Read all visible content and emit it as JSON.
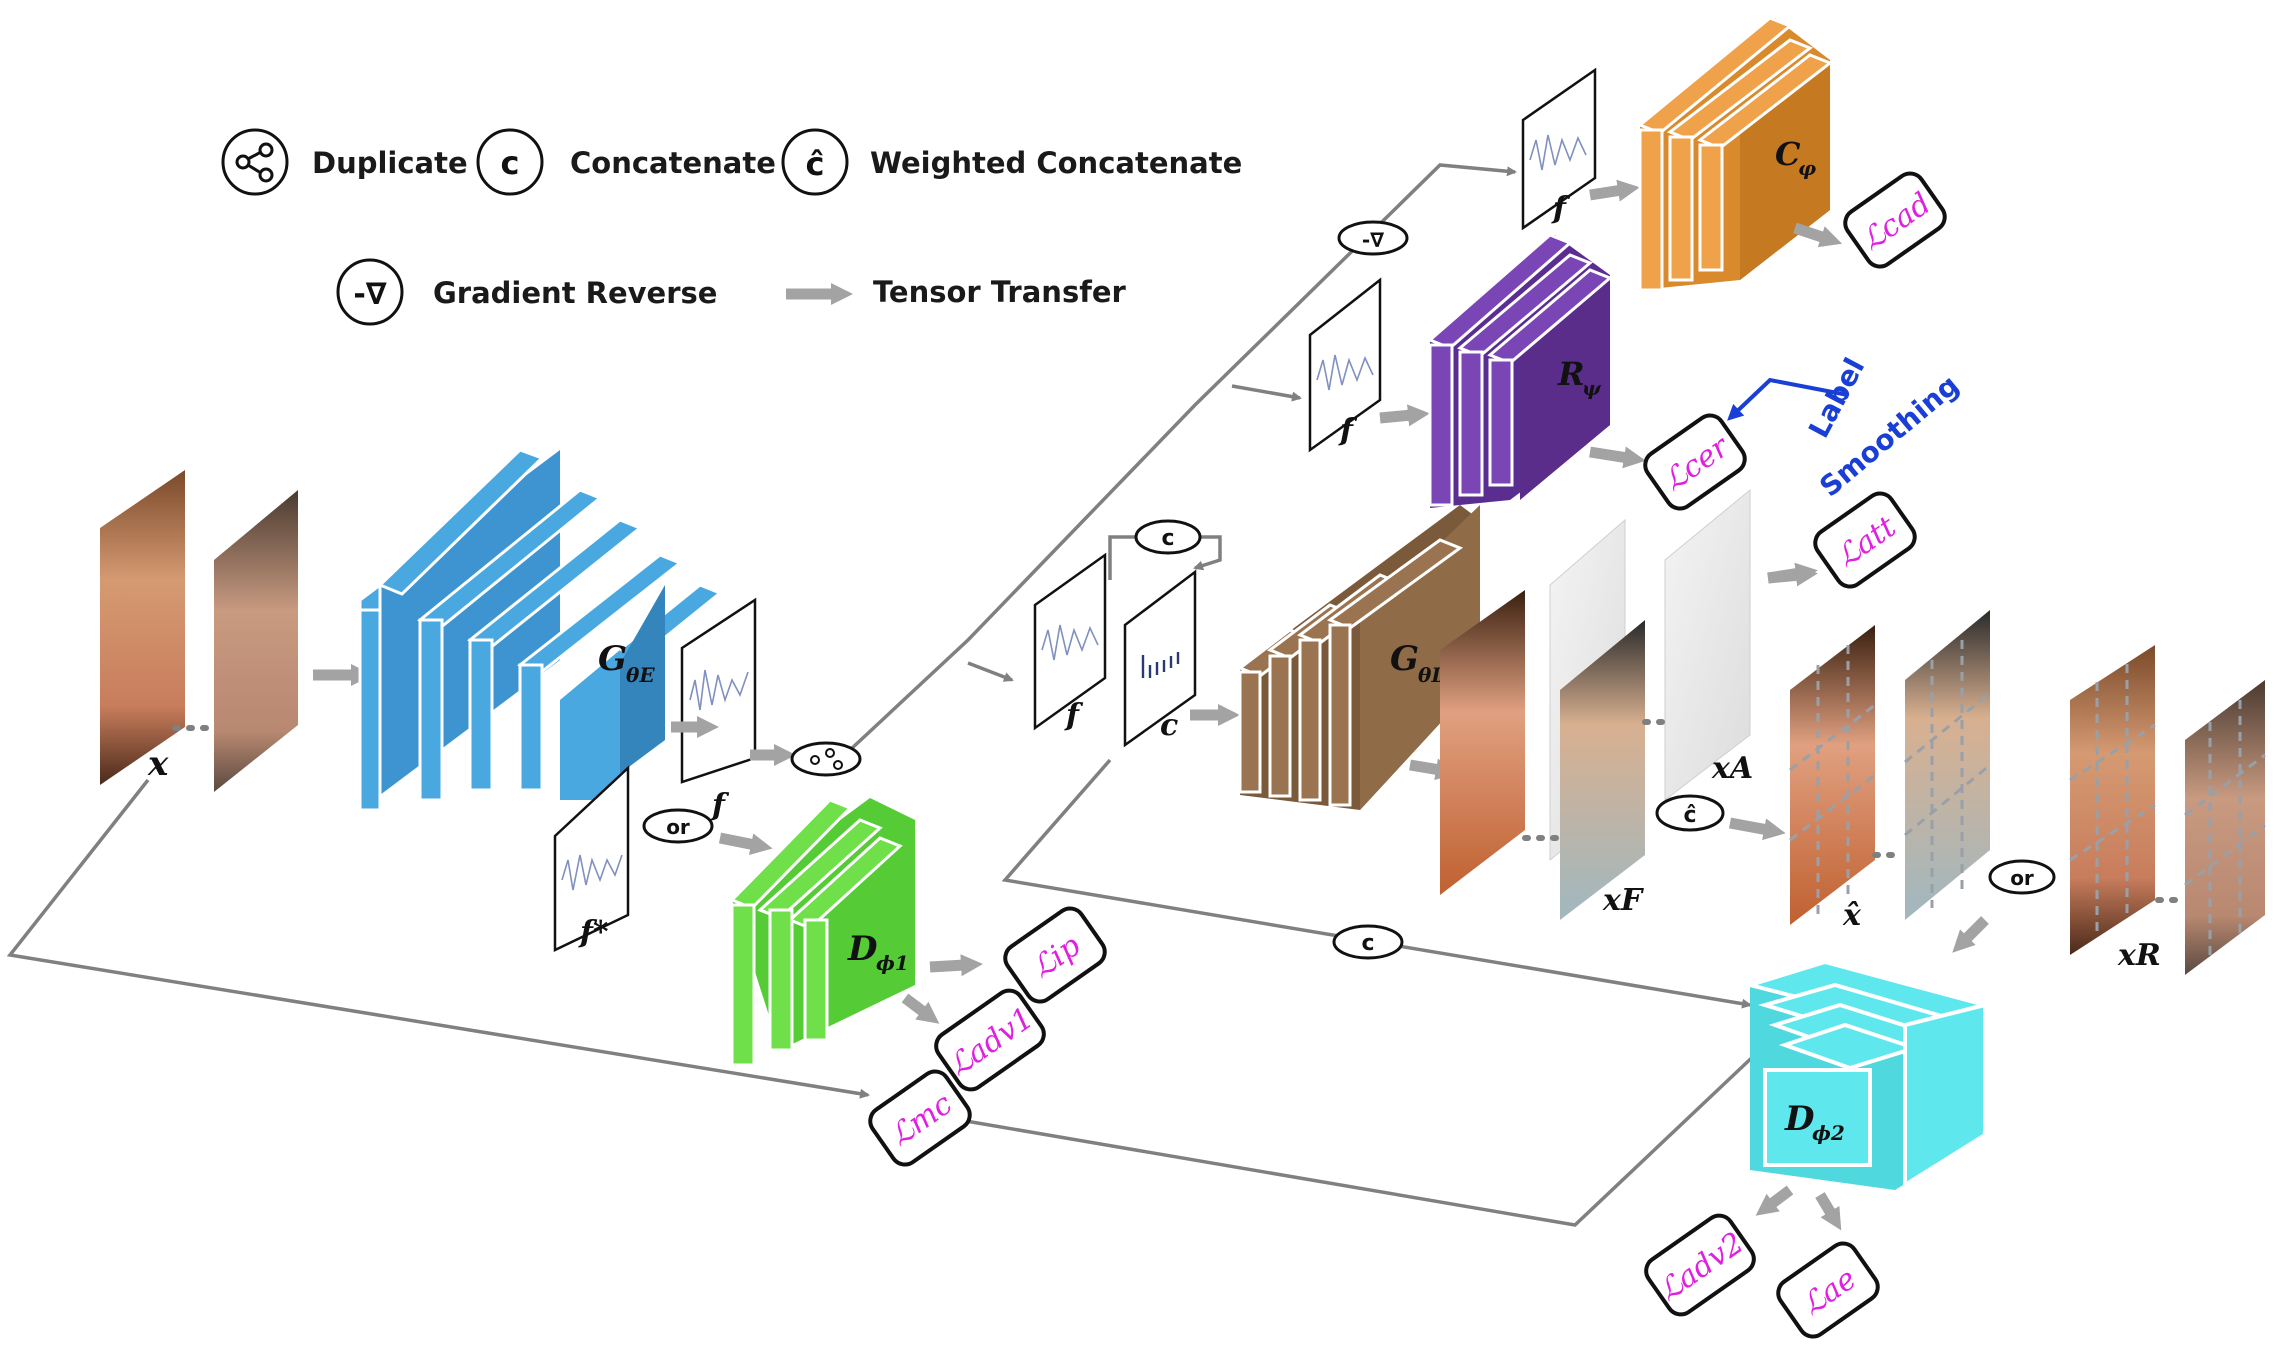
{
  "legend": {
    "duplicate": "Duplicate",
    "concatenate": "Concatenate",
    "weighted_concatenate": "Weighted Concatenate",
    "gradient_reverse": "Gradient Reverse",
    "tensor_transfer": "Tensor Transfer",
    "concat_symbol": "c",
    "weighted_concat_symbol": "ĉ",
    "gradient_symbol": "-∇"
  },
  "networks": {
    "encoder": "G",
    "encoder_sub": "θE",
    "decoder": "G",
    "decoder_sub": "θD",
    "disc1": "D",
    "disc1_sub": "ϕ1",
    "disc2": "D",
    "disc2_sub": "ϕ2",
    "classifier": "C",
    "classifier_sub": "φ",
    "regressor": "R",
    "regressor_sub": "ψ"
  },
  "variables": {
    "x": "x",
    "f": "f",
    "f_star": "f*",
    "c": "c",
    "xF": "xF",
    "xA": "xA",
    "x_hat": "x̂",
    "xR": "xR"
  },
  "operators": {
    "or": "or",
    "c": "c",
    "grad": "-∇"
  },
  "losses": {
    "cad": "ℒcad",
    "cer": "ℒcer",
    "att": "ℒatt",
    "ip": "ℒip",
    "adv1": "ℒadv1",
    "mc": "ℒmc",
    "adv2": "ℒadv2",
    "ae": "ℒae"
  },
  "annotation": {
    "label_smoothing_line1": "Label",
    "label_smoothing_line2": "Smoothing"
  },
  "colors": {
    "encoder": "#4aa8e0",
    "disc1": "#6fe04a",
    "decoder": "#8f6b48",
    "classifier": "#e99a3d",
    "regressor": "#6b3aa0",
    "disc2": "#5ee8ee",
    "loss_text": "#e020e0",
    "smoothing": "#1a3fd6"
  }
}
